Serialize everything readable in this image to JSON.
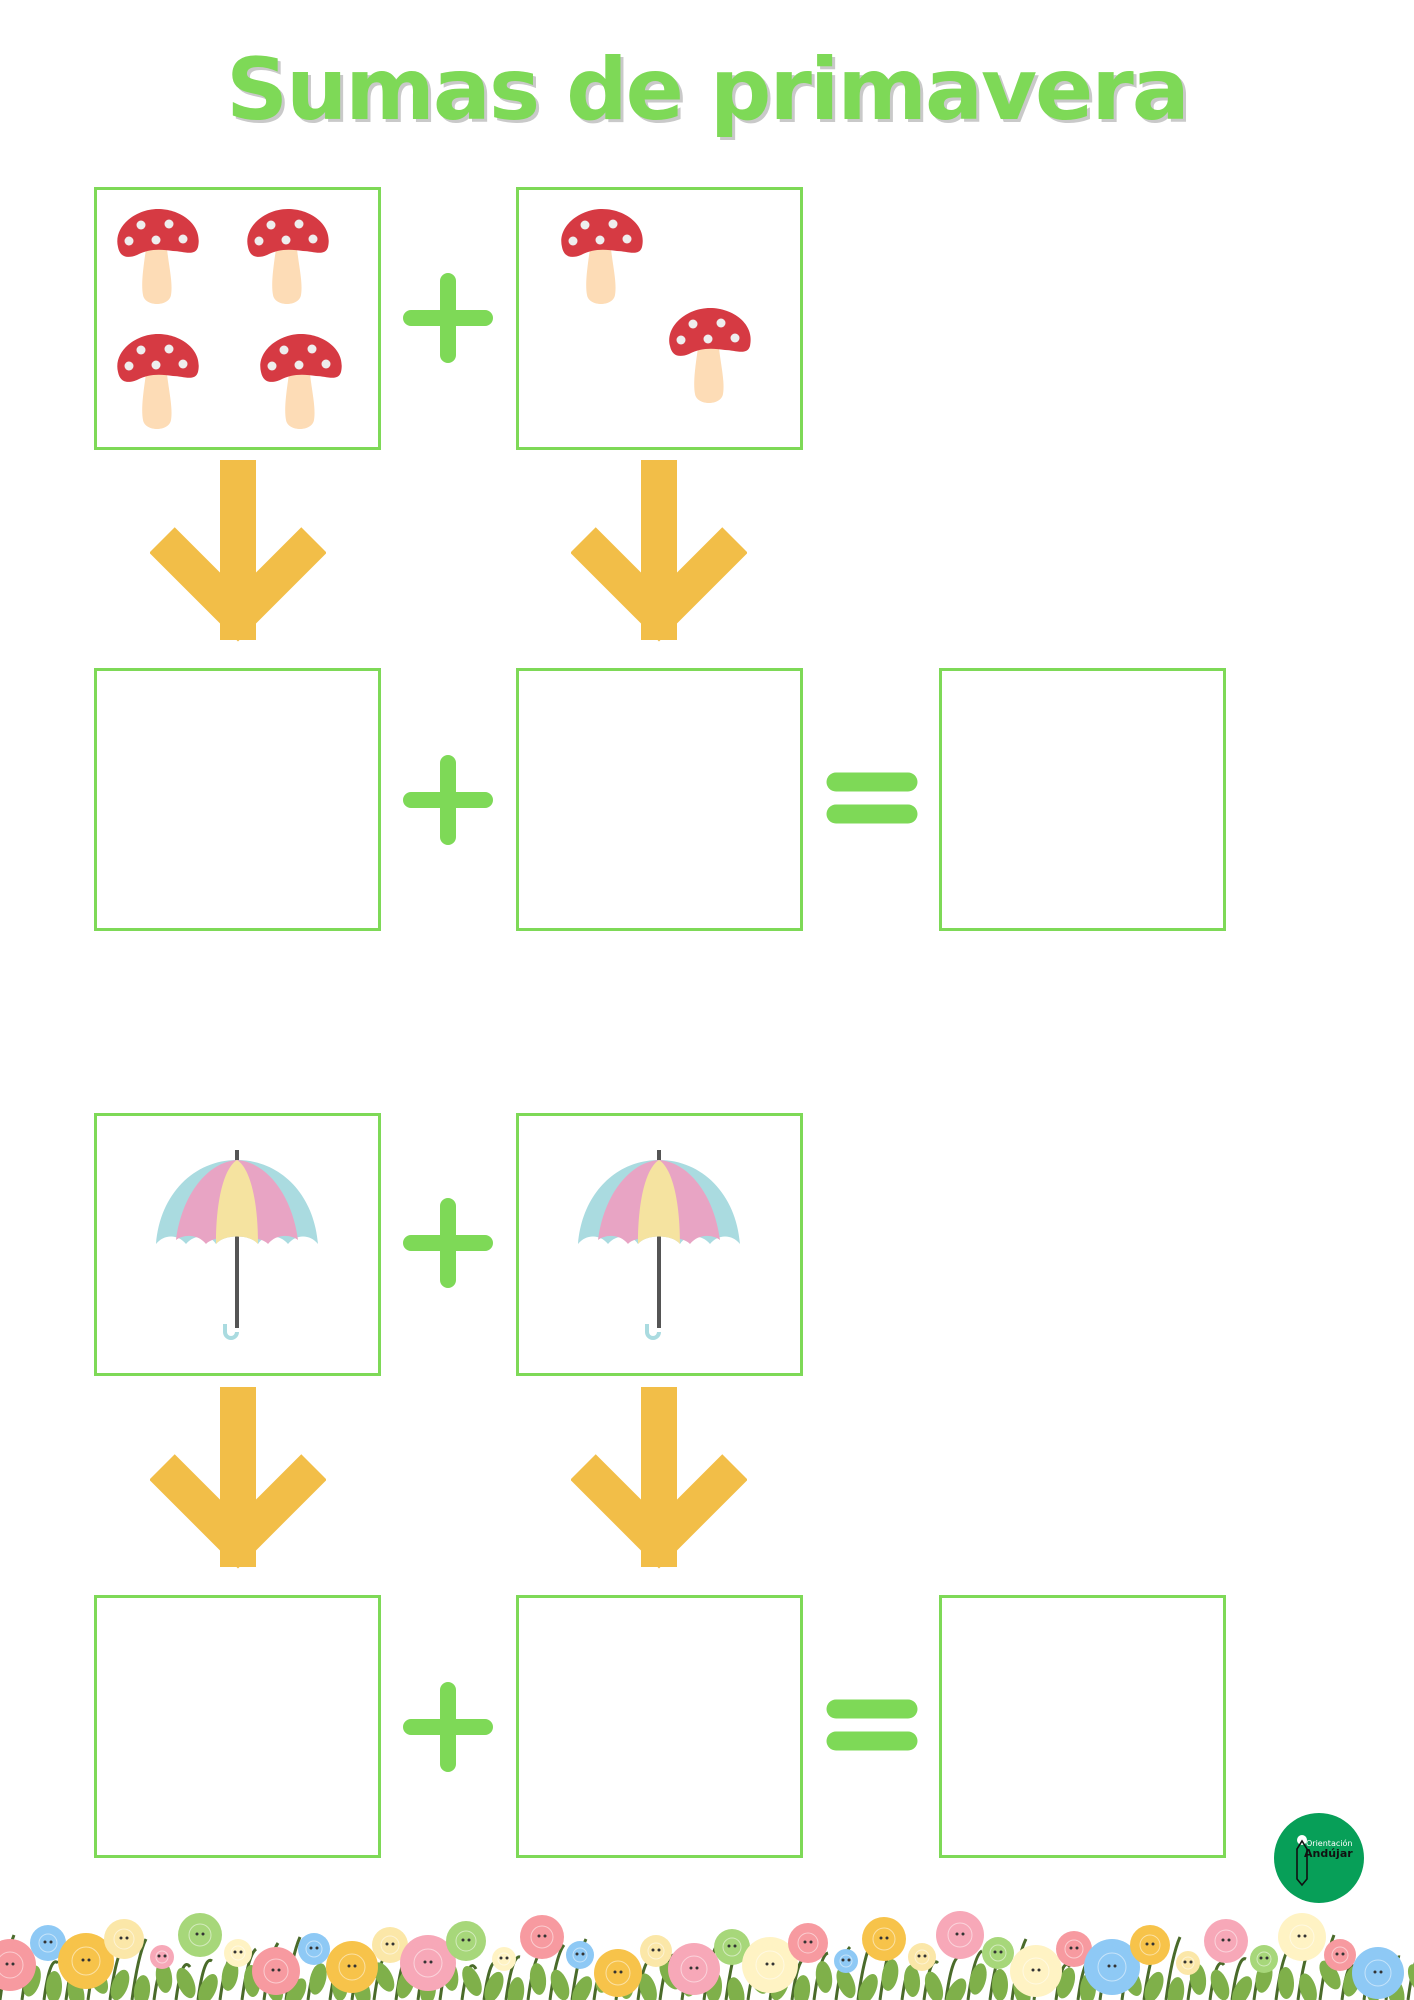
{
  "title": "Sumas de primavera",
  "colors": {
    "accent": "#7ed957",
    "arrow": "#f2be48",
    "mushroom_cap": "#d63a43",
    "mushroom_stem": "#fddcb6",
    "logo": "#079f58"
  },
  "exercises": [
    {
      "item": "mushroom-icon",
      "left_count": 4,
      "right_count": 2
    },
    {
      "item": "umbrella-icon",
      "left_count": 1,
      "right_count": 1
    }
  ],
  "logo": {
    "line1": "Orientación",
    "line2": "Andújar"
  }
}
